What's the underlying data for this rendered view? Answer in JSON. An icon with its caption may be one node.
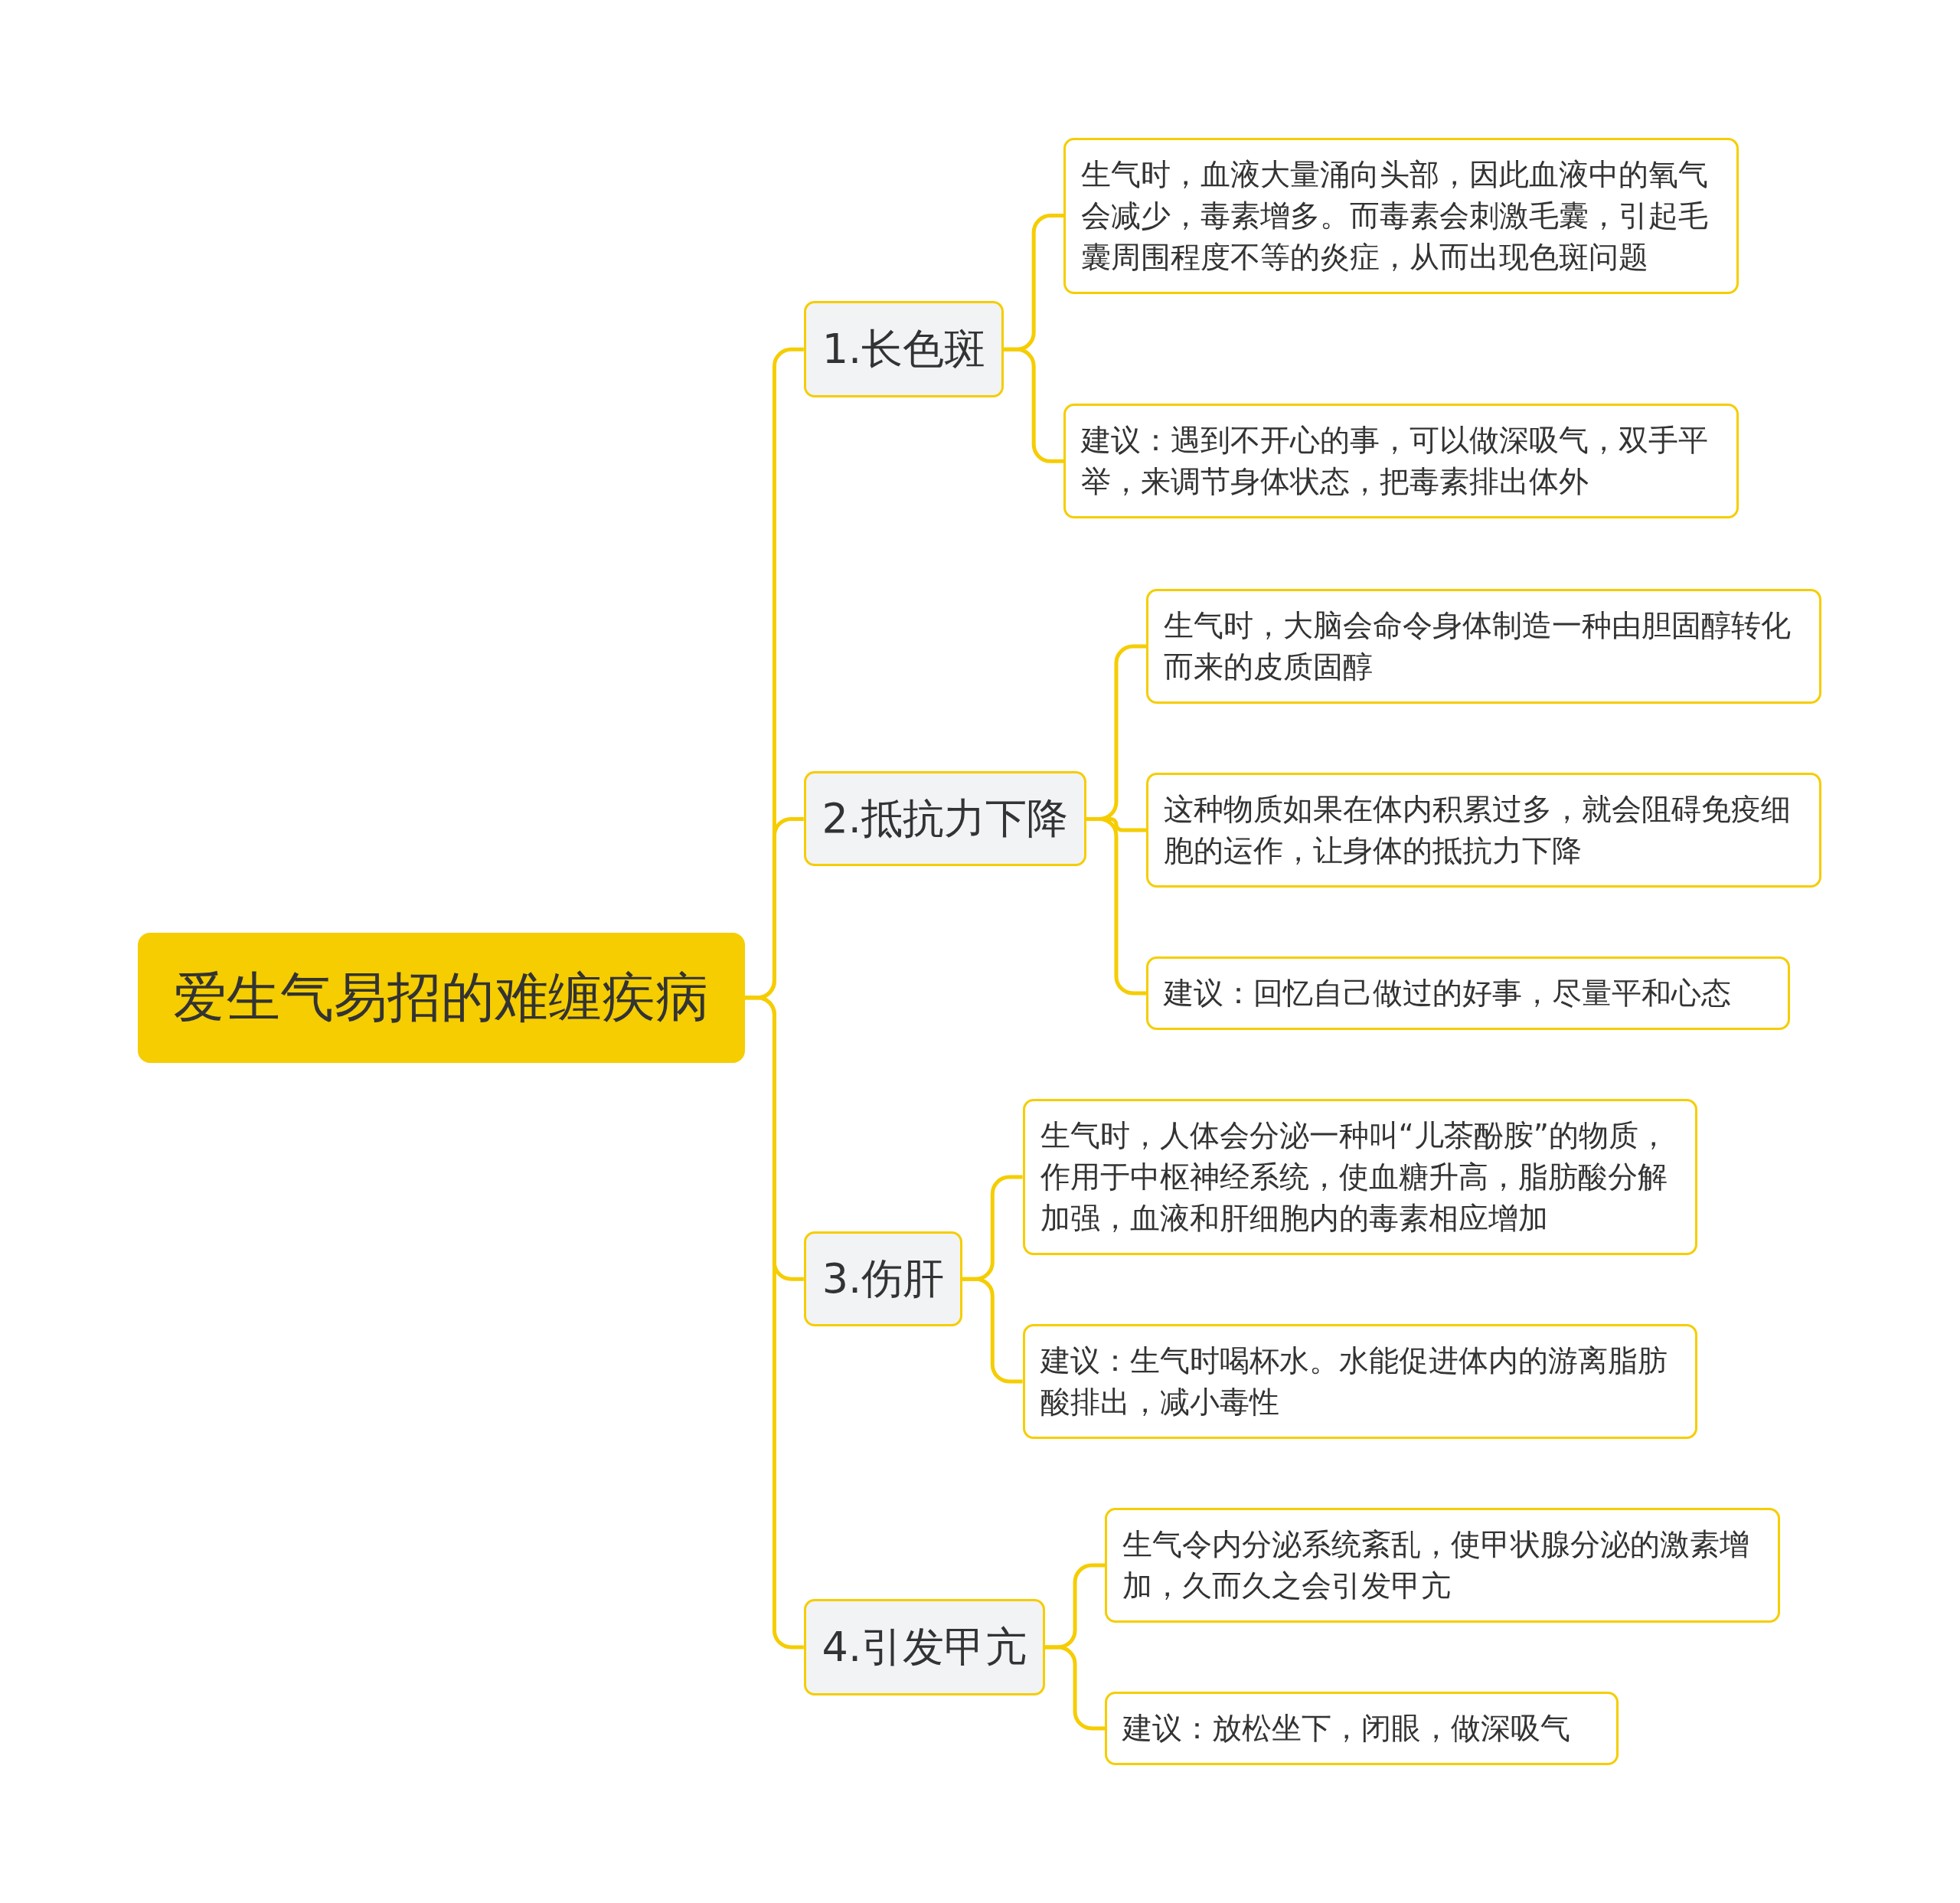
{
  "diagram": {
    "nodes": [
      {
        "text": [
          "爱生气易招的难缠疾病"
        ]
      },
      {
        "text": [
          "1.长色斑"
        ]
      },
      {
        "text": [
          "生气时，血液大量涌向头部，因此血液中的氧气会减少，毒素增多。而毒素会刺激毛囊，引起毛囊周围程度不等的炎症，从而出现色斑问题"
        ]
      },
      {
        "text": [
          "建议：遇到不开心的事，可以做深吸气，双手平举，来调节身体状态，把毒素排出体外"
        ]
      },
      {
        "text": [
          "2.抵抗力下降"
        ]
      },
      {
        "text": [
          "生气时，大脑会命令身体制造一种由胆固醇转化而来的皮质固醇"
        ]
      },
      {
        "text": [
          "这种物质如果在体内积累过多，就会阻碍免疫细胞的运作，让身体的抵抗力下降"
        ]
      },
      {
        "text": [
          "建议：回忆自己做过的好事，尽量平和心态"
        ]
      },
      {
        "text": [
          "3.伤肝"
        ]
      },
      {
        "text": [
          "生气时，人体会分泌一种叫“儿茶酚胺”的物质，作用于中枢神经系统，使血糖升高，脂肪酸分解加强，血液和肝细胞内的毒素相应增加"
        ]
      },
      {
        "text": [
          "建议：生气时喝杯水。水能促进体内的游离脂肪酸排出，减小毒性"
        ]
      },
      {
        "text": [
          "4.引发甲亢"
        ]
      },
      {
        "text": [
          "生气令内分泌系统紊乱，使甲状腺分泌的激素增加，久而久之会引发甲亢"
        ]
      },
      {
        "text": [
          "建议：放松坐下，闭眼，做深吸气"
        ]
      }
    ],
    "edges": [
      {
        "from": 0,
        "to": 1,
        "arrow": "none"
      },
      {
        "from": 1,
        "to": 2,
        "arrow": "none"
      },
      {
        "from": 1,
        "to": 3,
        "arrow": "none"
      },
      {
        "from": 0,
        "to": 4,
        "arrow": "none"
      },
      {
        "from": 4,
        "to": 5,
        "arrow": "none"
      },
      {
        "from": 4,
        "to": 6,
        "arrow": "none"
      },
      {
        "from": 4,
        "to": 7,
        "arrow": "none"
      },
      {
        "from": 0,
        "to": 8,
        "arrow": "none"
      },
      {
        "from": 8,
        "to": 9,
        "arrow": "none"
      },
      {
        "from": 8,
        "to": 10,
        "arrow": "none"
      },
      {
        "from": 0,
        "to": 11,
        "arrow": "none"
      },
      {
        "from": 11,
        "to": 12,
        "arrow": "none"
      },
      {
        "from": 11,
        "to": 13,
        "arrow": "none"
      }
    ]
  }
}
